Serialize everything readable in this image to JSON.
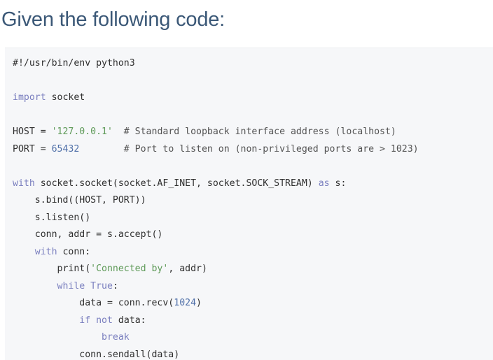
{
  "heading": "Given the following code:",
  "code": {
    "shebang": "#!/usr/bin/env python3",
    "import_kw": "import",
    "import_module": " socket",
    "host_name": "HOST = ",
    "host_value": "'127.0.0.1'",
    "host_comment": "  # Standard loopback interface address (localhost)",
    "port_name": "PORT = ",
    "port_value": "65432",
    "port_comment": "        # Port to listen on (non-privileged ports are > 1023)",
    "with_kw": "with",
    "with_call": " socket.socket(socket.AF_INET, socket.SOCK_STREAM) ",
    "as_kw": "as",
    "as_target": " s:",
    "bind_line": "    s.bind((HOST, PORT))",
    "listen_line": "    s.listen()",
    "accept_line": "    conn, addr = s.accept()",
    "with2_indent": "    ",
    "with2_kw": "with",
    "with2_rest": " conn:",
    "print_start": "        print(",
    "print_str": "'Connected by'",
    "print_end": ", addr)",
    "while_indent": "        ",
    "while_kw": "while",
    "true_kw": " True",
    "while_colon": ":",
    "recv_start": "            data = conn.recv(",
    "recv_num": "1024",
    "recv_end": ")",
    "if_indent": "            ",
    "if_kw": "if",
    "not_kw": " not",
    "if_rest": " data:",
    "break_indent": "                ",
    "break_kw": "break",
    "sendall_line": "            conn.sendall(data)"
  }
}
